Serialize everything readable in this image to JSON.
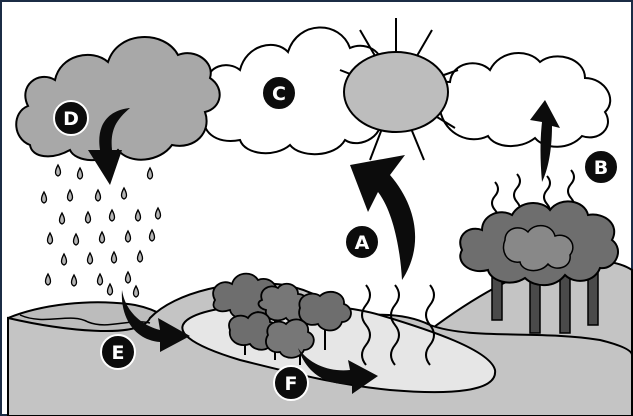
{
  "labels": {
    "a": "A",
    "b": "B",
    "c": "C",
    "d": "D",
    "e": "E",
    "f": "F"
  },
  "colors": {
    "frame": "#1b2c45",
    "outline": "#000000",
    "cloud_dark": "#a8a8a8",
    "cloud_light": "#ffffff",
    "sun": "#bdbdbd",
    "hill": "#c4c4c4",
    "lake": "#e6e6e6",
    "tree_dark": "#6e6e6e",
    "tree_mid": "#888888",
    "arrow": "#0c0c0c",
    "badge": "#0c0c0c"
  },
  "icons": [
    "rain-cloud-icon",
    "cloud-icon",
    "sun-icon",
    "arrow-icon",
    "rain-drop-icon",
    "tree-icon",
    "vapor-wave-icon"
  ]
}
